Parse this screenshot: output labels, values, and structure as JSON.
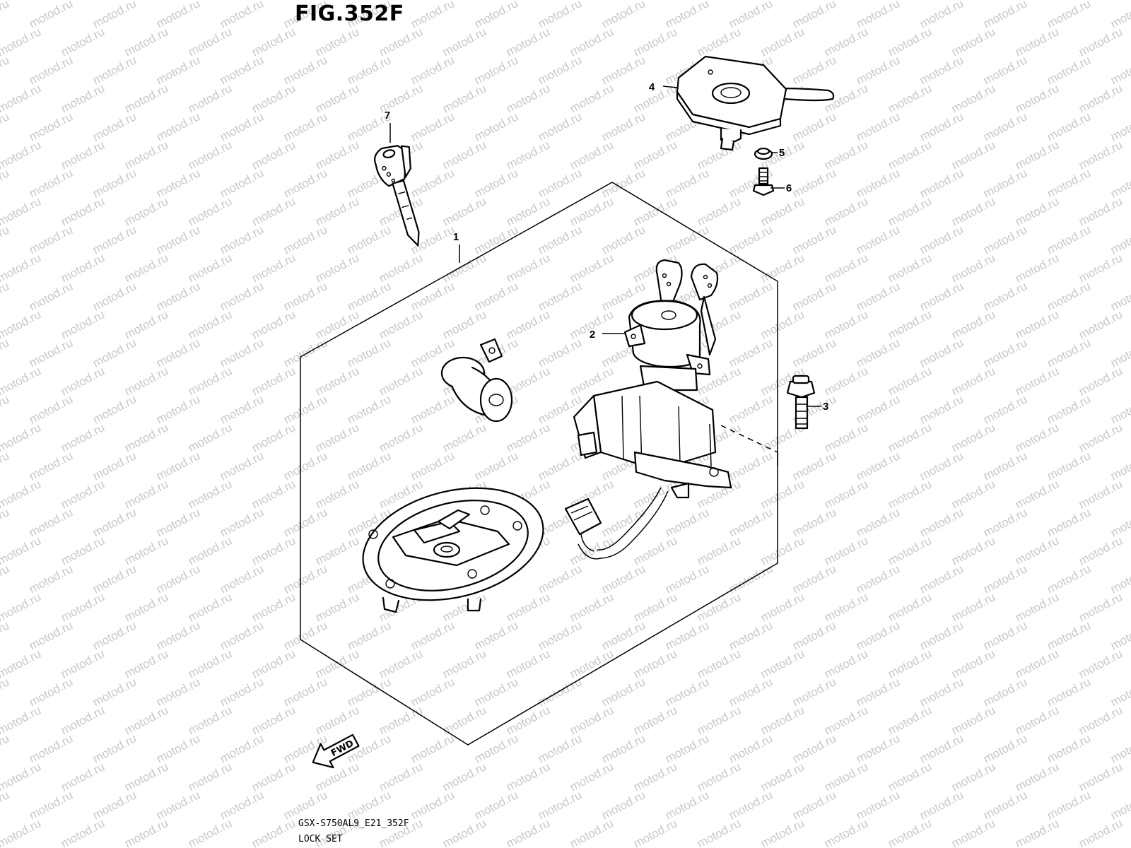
{
  "figure": {
    "title": "FIG.352F",
    "code": "GSX-S750AL9_E21_352F",
    "name": "LOCK SET"
  },
  "watermark": {
    "text": "motod.ru",
    "color": "#c8c8c8"
  },
  "direction_marker": {
    "label": "FWD"
  },
  "callouts": [
    {
      "id": "1",
      "part": "lock set assembly"
    },
    {
      "id": "2",
      "part": "ignition switch"
    },
    {
      "id": "3",
      "part": "bolt"
    },
    {
      "id": "4",
      "part": "seat lock"
    },
    {
      "id": "5",
      "part": "washer"
    },
    {
      "id": "6",
      "part": "bolt"
    },
    {
      "id": "7",
      "part": "key"
    }
  ]
}
